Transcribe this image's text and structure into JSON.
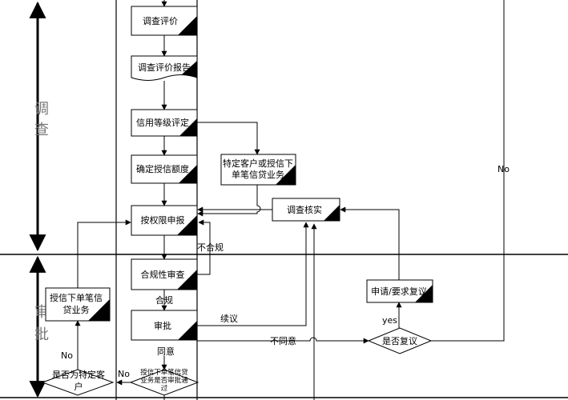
{
  "lanes": [
    {
      "id": "lane-survey",
      "chars": [
        "调",
        "查"
      ]
    },
    {
      "id": "lane-approval",
      "chars": [
        "审",
        "批"
      ]
    }
  ],
  "nodes": {
    "survey_eval": "调查评价",
    "survey_report": "调查评价报告",
    "credit_rating": "信用等级评定",
    "credit_limit": "确定授信额度",
    "special_client": [
      "特定客户或授信下",
      "单笔信贷业务"
    ],
    "authority_report": "按权限申报",
    "verify_survey": "调查核实",
    "compliance_review": "合规性审查",
    "approval": "审批",
    "reconsider_request": "申请/要求复议",
    "reconsider_decision": "是否复议",
    "single_credit": [
      "授信下单笔信",
      "贷业务"
    ],
    "is_special_client": [
      "是否为特定客",
      "户"
    ],
    "authority_decision": [
      "授信下单笔信贷",
      "业务是否审批通",
      "过"
    ]
  },
  "edges": {
    "non_compliant": "不合规",
    "compliant": "合规",
    "continue_survey": "续议",
    "disagree": "不同意",
    "agree": "同意",
    "yes": "yes",
    "no_right": "No",
    "no_left": "No",
    "no_bottom": "No"
  }
}
